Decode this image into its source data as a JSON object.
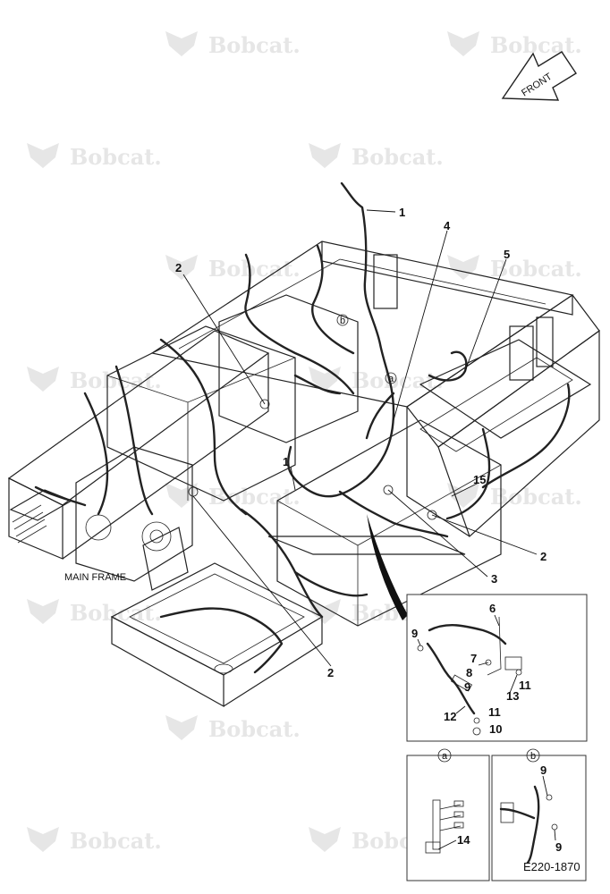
{
  "watermark": {
    "text": "Bobcat."
  },
  "front_arrow": {
    "text": "FRONT"
  },
  "main_label": "MAIN FRAME",
  "figure_code": "E220-1870",
  "callouts": {
    "c1a": "1",
    "c1b": "1",
    "c2a": "2",
    "c2b": "2",
    "c2c": "2",
    "c3": "3",
    "c4": "4",
    "c5": "5",
    "c15": "15",
    "c6": "6",
    "c7": "7",
    "c8": "8",
    "c9a": "9",
    "c9b": "9",
    "c10": "10",
    "c11a": "11",
    "c11b": "11",
    "c12": "12",
    "c13": "13",
    "c14": "14",
    "c9c": "9",
    "c9d": "9"
  },
  "detail_markers": {
    "a": "a",
    "b": "b"
  },
  "icons": {
    "logo": "bobcat-logo-icon",
    "arrow": "front-arrow-icon"
  }
}
